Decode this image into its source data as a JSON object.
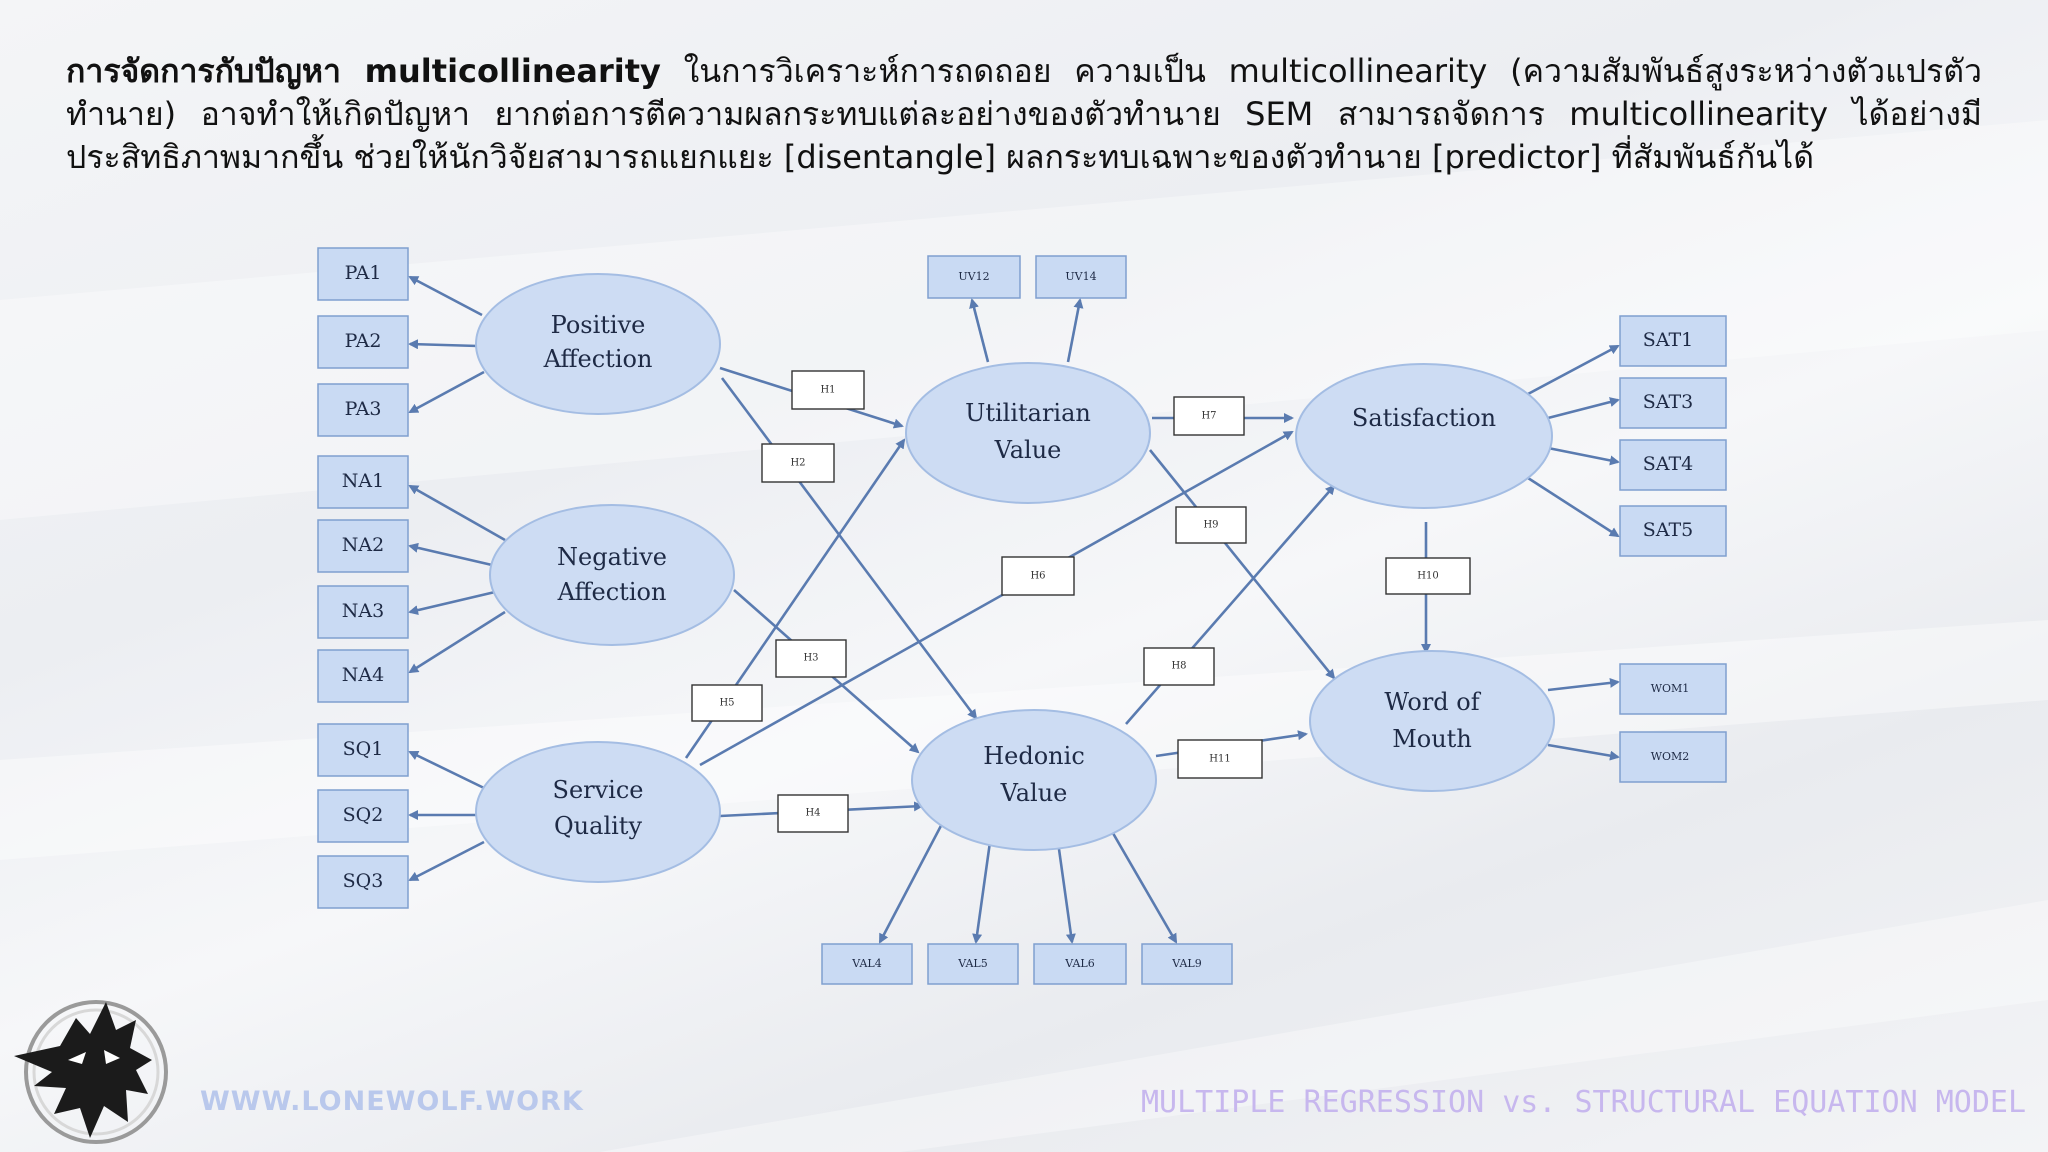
{
  "intro": {
    "bold": "การจัดการกับปัญหา multicollinearity",
    "text": " ในการวิเคราะห์การถดถอย ความเป็น multicollinearity (ความสัมพันธ์สูงระหว่างตัวแปรตัวทำนาย) อาจทำให้เกิดปัญหา ยากต่อการตีความผลกระทบแต่ละอย่างของตัวทำนาย SEM สามารถจัดการ multicollinearity ได้อย่างมีประสิทธิภาพมากขึ้น ช่วยให้นักวิจัยสามารถแยกแยะ [disentangle] ผลกระทบเฉพาะของตัวทำนาย [predictor] ที่สัมพันธ์กันได้"
  },
  "diagram": {
    "latent": {
      "positive": [
        "Positive",
        "Affection"
      ],
      "negative": [
        "Negative",
        "Affection"
      ],
      "service": [
        "Service",
        "Quality"
      ],
      "utilitarian": [
        "Utilitarian",
        "Value"
      ],
      "hedonic": [
        "Hedonic",
        "Value"
      ],
      "satisfaction": [
        "Satisfaction"
      ],
      "wom": [
        "Word of",
        "Mouth"
      ]
    },
    "indicators": {
      "pa": [
        "PA1",
        "PA2",
        "PA3"
      ],
      "na": [
        "NA1",
        "NA2",
        "NA3",
        "NA4"
      ],
      "sq": [
        "SQ1",
        "SQ2",
        "SQ3"
      ],
      "uv": [
        "UV12",
        "UV14"
      ],
      "val": [
        "VAL4",
        "VAL5",
        "VAL6",
        "VAL9"
      ],
      "sat": [
        "SAT1",
        "SAT3",
        "SAT4",
        "SAT5"
      ],
      "wom": [
        "WOM1",
        "WOM2"
      ]
    },
    "hypotheses": {
      "h1": "H1",
      "h2": "H2",
      "h3": "H3",
      "h4": "H4",
      "h5": "H5",
      "h6": "H6",
      "h7": "H7",
      "h8": "H8",
      "h9": "H9",
      "h10": "H10",
      "h11": "H11"
    }
  },
  "footer": {
    "url": "WWW.LONEWOLF.WORK",
    "title": "MULTIPLE REGRESSION vs. STRUCTURAL EQUATION MODEL"
  },
  "colors": {
    "latent_fill": "#cddcf3",
    "indicator_fill": "#c9daf3",
    "arrow": "#5a7bb0",
    "footer_url": "#b9c8ec",
    "footer_title": "#c7b7ee"
  }
}
